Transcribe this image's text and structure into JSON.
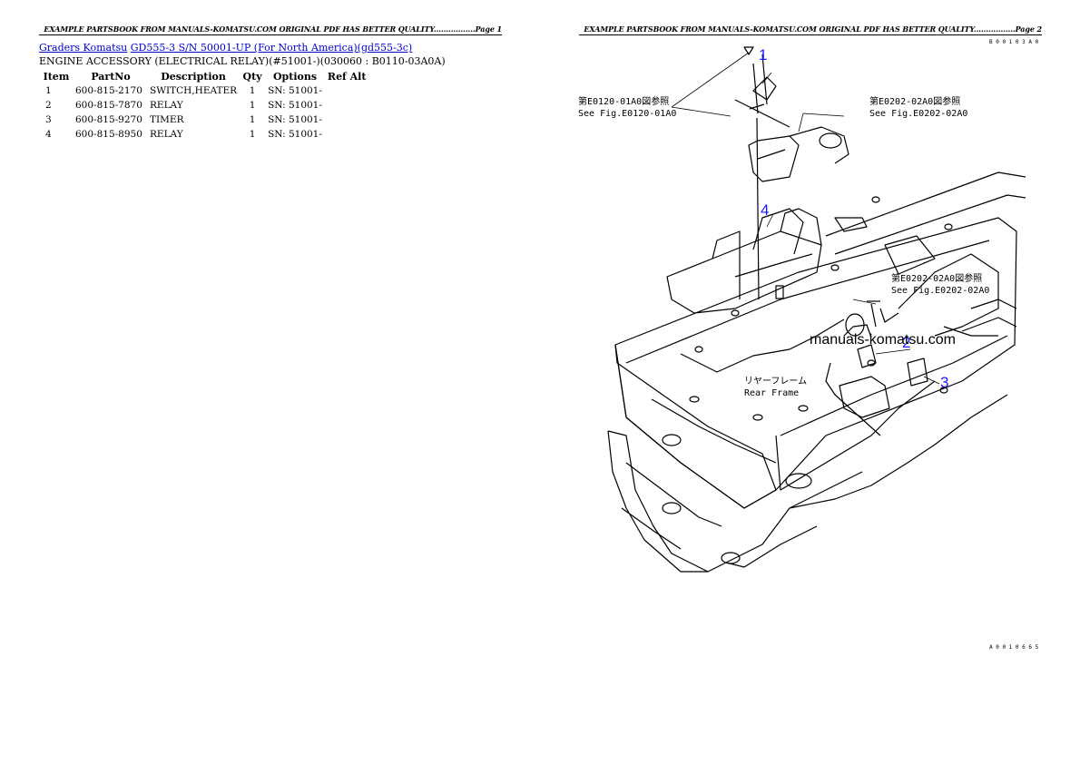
{
  "headers": {
    "page1": "EXAMPLE PARTSBOOK FROM MANUALS-KOMATSU.COM ORIGINAL PDF HAS BETTER QUALITY.................Page 1",
    "page2": "EXAMPLE PARTSBOOK FROM MANUALS-KOMATSU.COM ORIGINAL PDF HAS BETTER QUALITY.................Page 2"
  },
  "breadcrumb": {
    "link1": "Graders Komatsu",
    "link2": "GD555-3 S/N 50001-UP (For North America)(gd555-3c)"
  },
  "subtitle": "ENGINE ACCESSORY (ELECTRICAL RELAY)(#51001-)(030060 : B0110-03A0A)",
  "table": {
    "columns": [
      "Item",
      "PartNo",
      "Description",
      "Qty",
      "Options",
      "Ref Alt"
    ],
    "rows": [
      {
        "item": "1",
        "part": "600-815-2170",
        "desc": "SWITCH,HEATER",
        "qty": "1",
        "opt": "SN: 51001-",
        "ref": ""
      },
      {
        "item": "2",
        "part": "600-815-7870",
        "desc": "RELAY",
        "qty": "1",
        "opt": "SN: 51001-",
        "ref": ""
      },
      {
        "item": "3",
        "part": "600-815-9270",
        "desc": "TIMER",
        "qty": "1",
        "opt": "SN: 51001-",
        "ref": ""
      },
      {
        "item": "4",
        "part": "600-815-8950",
        "desc": "RELAY",
        "qty": "1",
        "opt": "SN: 51001-",
        "ref": ""
      }
    ]
  },
  "diagram": {
    "ref_top_left_jp": "第E0120-01A0図参照",
    "ref_top_left_en": "See Fig.E0120-01A0",
    "ref_top_right_jp": "第E0202-02A0図参照",
    "ref_top_right_en": "See Fig.E0202-02A0",
    "ref_mid_jp": "第E0202-02A0図参照",
    "ref_mid_en": "See Fig.E0202-02A0",
    "frame_jp": "リヤーフレーム",
    "frame_en": "Rear Frame",
    "watermark": "manuals-komatsu.com",
    "code_top": "B 0 0 1 0 3 A 0",
    "code_bottom": "A 0 0 1 0 6 6 5",
    "callouts": [
      "1",
      "2",
      "3",
      "4"
    ],
    "callout_color": "#1a1aff",
    "link_color": "#0000cc"
  }
}
